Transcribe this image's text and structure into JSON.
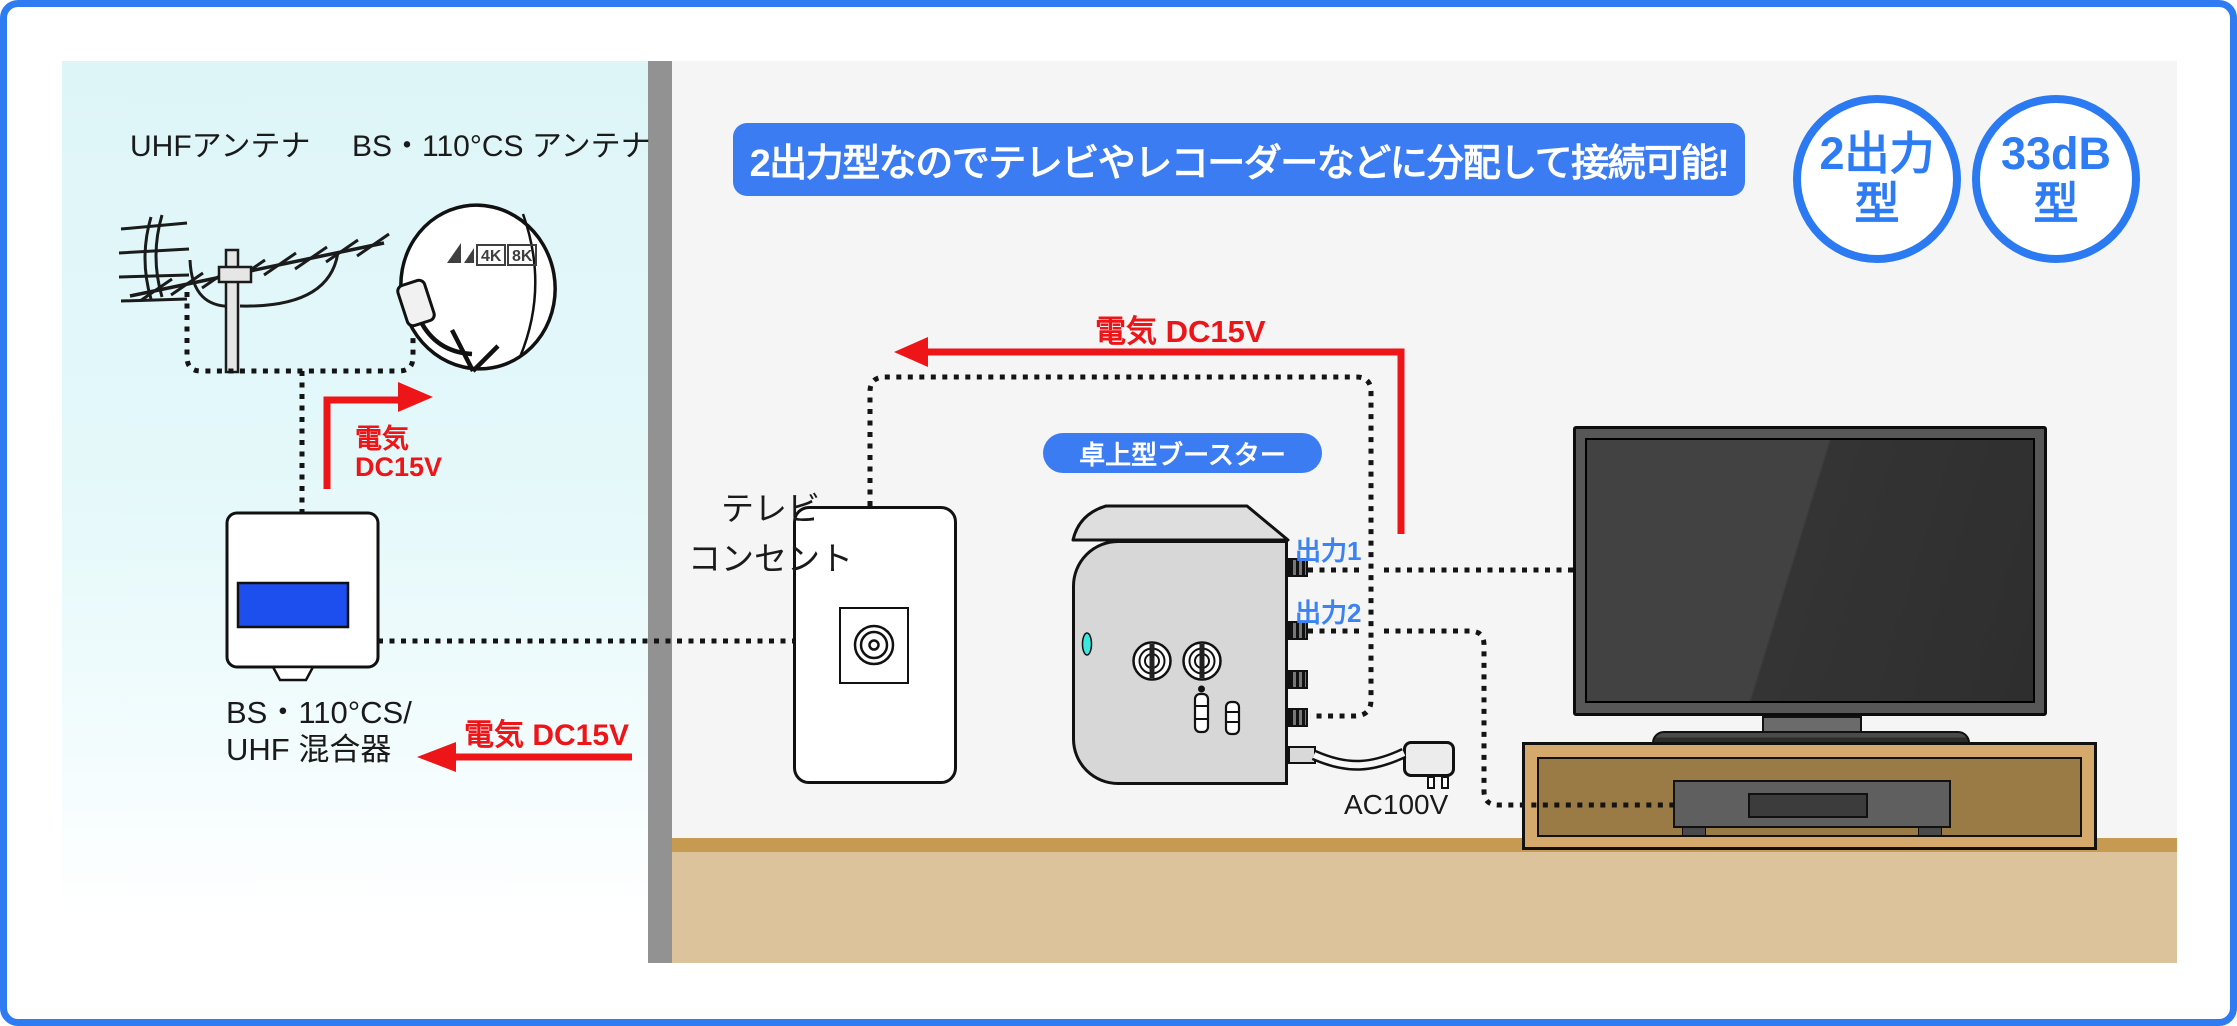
{
  "colors": {
    "accent_blue": "#3b7cf2",
    "frame_blue": "#2e7bf2",
    "label_blue": "#3b82f4",
    "power_red": "#ee1518",
    "outdoor_bg": "#def5f8",
    "indoor_wall": "#f5f5f6",
    "wall_divider": "#929292",
    "floor_dark": "#c79a52",
    "floor_light": "#dcc39b",
    "stand_wood_outer": "#d5a96b",
    "stand_wood_inner": "#9a7b45",
    "mixer_window_blue": "#1d4fee",
    "led_teal": "#3ae8de"
  },
  "header": {
    "banner": "2出力型なのでテレビやレコーダーなどに分配して接続可能!",
    "badges": [
      {
        "line1": "2出力",
        "line2": "型"
      },
      {
        "line1": "33dB",
        "line2": "型"
      }
    ]
  },
  "outdoor": {
    "uhf_antenna_label": "UHFアンテナ",
    "bs_antenna_label": "BS・110°CS アンテナ",
    "dish_logo_4k": "4K",
    "dish_logo_8k": "8K",
    "mixer_label_line1": "BS・110°CS/",
    "mixer_label_line2": "UHF 混合器",
    "power_arrow_up_line1": "電気",
    "power_arrow_up_line2": "DC15V",
    "power_arrow_left_label": "電気 DC15V"
  },
  "indoor": {
    "power_arrow_top_label": "電気 DC15V",
    "outlet_label_line1": "テレビ",
    "outlet_label_line2": "コンセント",
    "booster_badge": "卓上型ブースター",
    "output1_label": "出力1",
    "output2_label": "出力2",
    "ac_label": "AC100V"
  }
}
